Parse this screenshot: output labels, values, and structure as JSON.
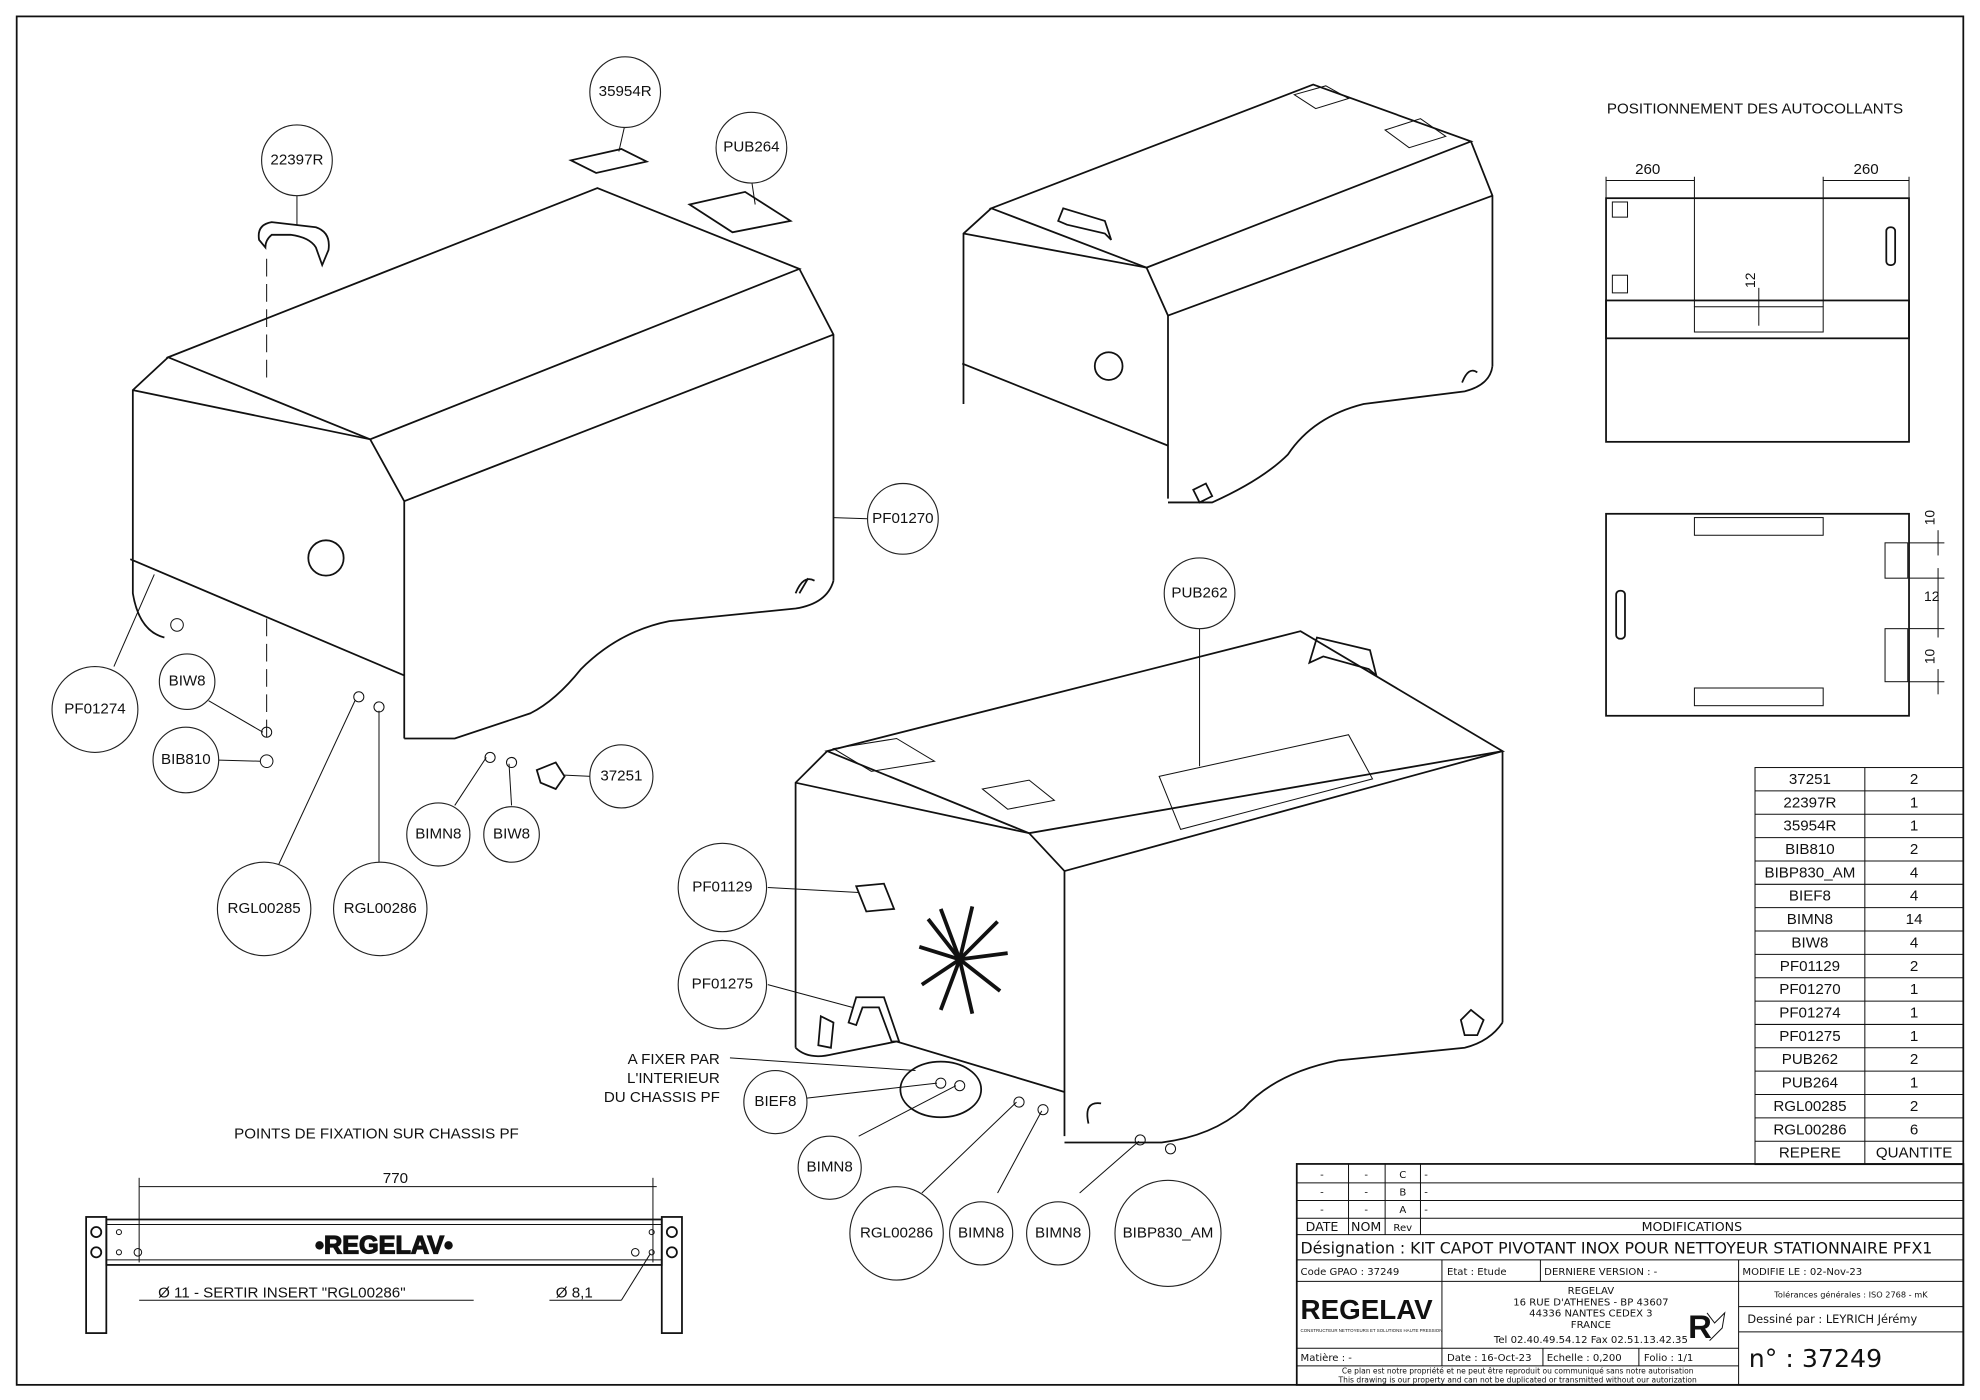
{
  "titles": {
    "stickers": "POSITIONNEMENT DES AUTOCOLLANTS",
    "chassis": "POINTS DE FIXATION SUR CHASSIS PF",
    "note_fix": [
      "A FIXER PAR",
      "L'INTERIEUR",
      "DU CHASSIS PF"
    ]
  },
  "dimensions": {
    "left_260": "260",
    "right_260": "260",
    "d12_top": "12",
    "d10_a": "10",
    "d12_side": "12",
    "d10_b": "10",
    "d770": "770",
    "hole11": "Ø 11 - SERTIR INSERT \"RGL00286\"",
    "hole8": "Ø 8,1",
    "chassis_logo": "•REGELAV•"
  },
  "callouts": [
    "35954R",
    "PUB264",
    "22397R",
    "PF01270",
    "PF01274",
    "BIW8",
    "BIB810",
    "37251",
    "BIMN8",
    "BIW8",
    "RGL00285",
    "RGL00286",
    "PUB262",
    "PF01129",
    "PF01275",
    "BIEF8",
    "BIMN8",
    "RGL00286",
    "BIMN8",
    "BIMN8",
    "BIBP830_AM"
  ],
  "bom": {
    "rows": [
      [
        "37251",
        "2"
      ],
      [
        "22397R",
        "1"
      ],
      [
        "35954R",
        "1"
      ],
      [
        "BIB810",
        "2"
      ],
      [
        "BIBP830_AM",
        "4"
      ],
      [
        "BIEF8",
        "4"
      ],
      [
        "BIMN8",
        "14"
      ],
      [
        "BIW8",
        "4"
      ],
      [
        "PF01129",
        "2"
      ],
      [
        "PF01270",
        "1"
      ],
      [
        "PF01274",
        "1"
      ],
      [
        "PF01275",
        "1"
      ],
      [
        "PUB262",
        "2"
      ],
      [
        "PUB264",
        "1"
      ],
      [
        "RGL00285",
        "2"
      ],
      [
        "RGL00286",
        "6"
      ]
    ],
    "header": [
      "REPERE",
      "QUANTITE"
    ]
  },
  "title_block": {
    "revisions": [
      {
        "date": "-",
        "nom": "-",
        "rev": "C",
        "mod": "-"
      },
      {
        "date": "-",
        "nom": "-",
        "rev": "B",
        "mod": "-"
      },
      {
        "date": "-",
        "nom": "-",
        "rev": "A",
        "mod": "-"
      }
    ],
    "hdr_date": "DATE",
    "hdr_nom": "NOM",
    "hdr_rev": "Rev",
    "hdr_mod": "MODIFICATIONS",
    "designation": "Désignation : KIT CAPOT PIVOTANT INOX POUR NETTOYEUR STATIONNAIRE PFX1",
    "code": "Code GPAO : 37249",
    "etat": "Etat : Etude",
    "version": "DERNIERE VERSION : -",
    "modifie": "MODIFIE LE : 02-Nov-23",
    "logo": "REGELAV",
    "logo_sub": "CONSTRUCTEUR  NETTOYEURS ET SOLUTIONS HAUTE PRESSION",
    "address": [
      "REGELAV",
      "16 RUE D'ATHENES - BP 43607",
      "44336 NANTES CEDEX 3",
      "FRANCE",
      "Tel  02.40.49.54.12  Fax  02.51.13.42.35"
    ],
    "tolerances": "Tolérances générales : ISO 2768 - mK",
    "dessine": "Dessiné par : LEYRICH Jérémy",
    "matiere": "Matière : -",
    "date": "Date : 16-Oct-23",
    "echelle": "Echelle : 0,200",
    "folio": "Folio : 1/1",
    "numero": "n° : 37249",
    "notice_fr": "Ce plan est notre propriété et ne peut être reproduit ou communiqué sans notre autorisation",
    "notice_en": "This drawing is our property and can not be duplicated or transmitted without our autorization"
  }
}
